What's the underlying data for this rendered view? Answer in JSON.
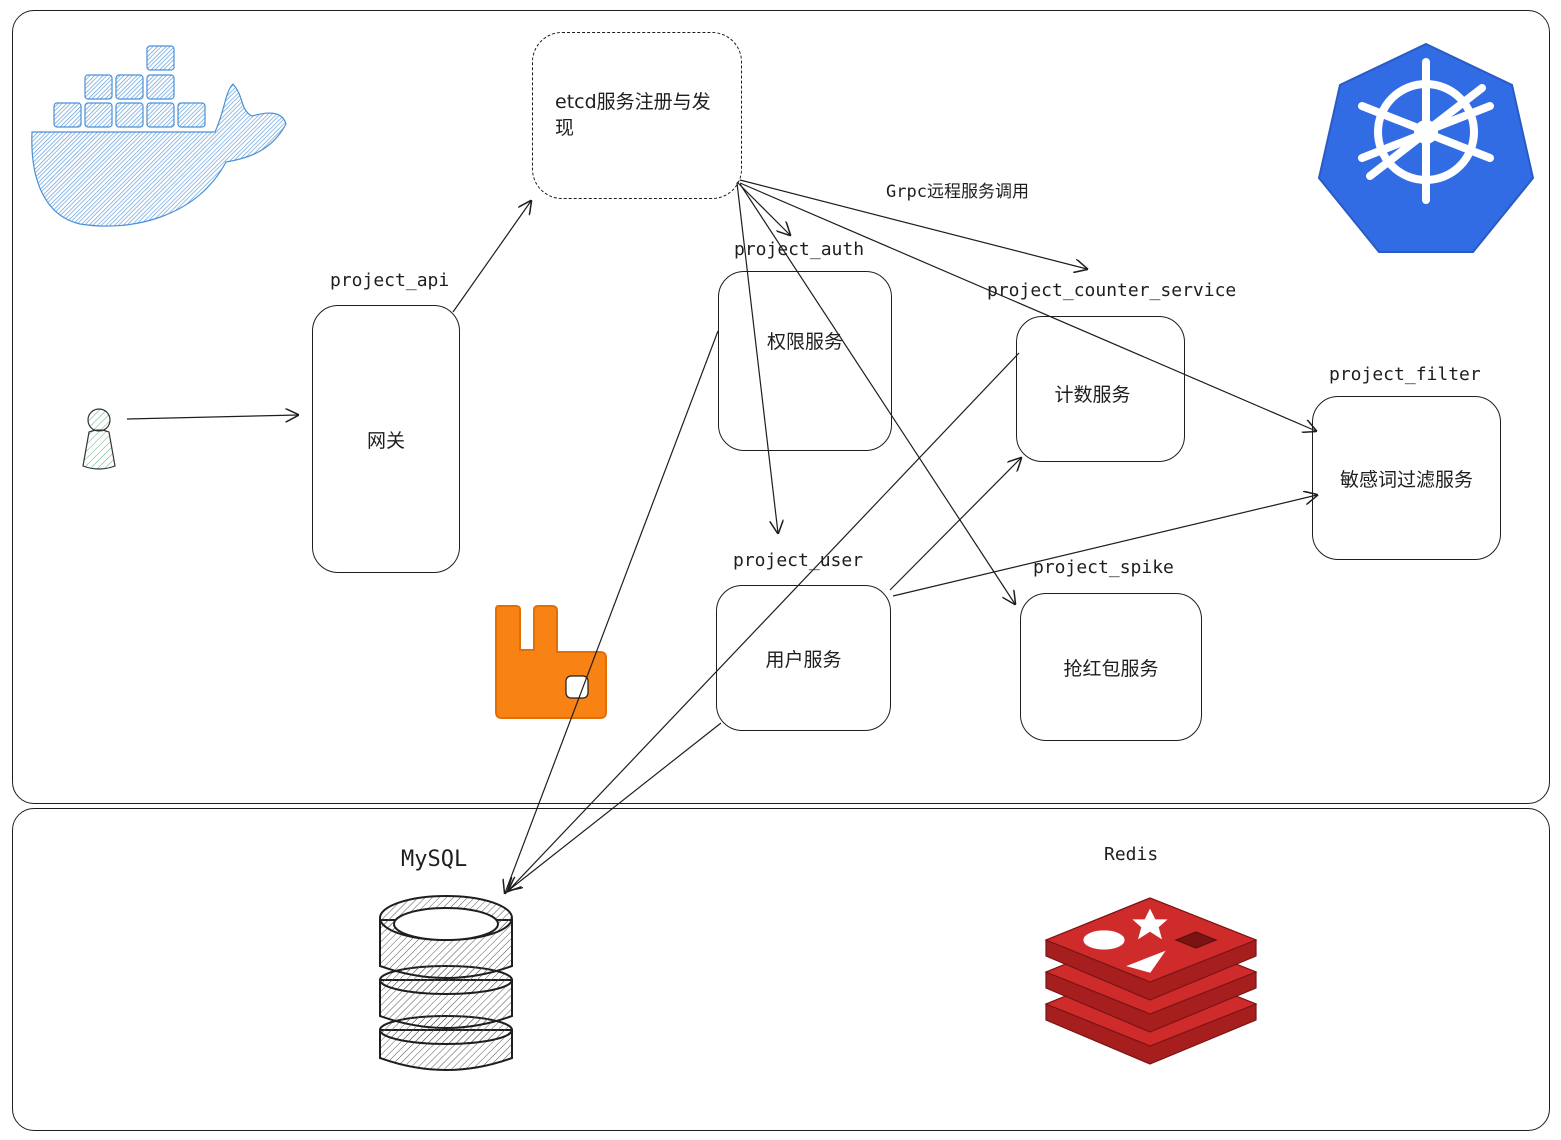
{
  "nodes": {
    "gateway": {
      "name": "project_api",
      "label": "网关"
    },
    "etcd": {
      "label": "etcd服务注册与发现"
    },
    "auth": {
      "name": "project_auth",
      "label": "权限服务"
    },
    "user": {
      "name": "project_user",
      "label": "用户服务"
    },
    "counter": {
      "name": "project_counter_service",
      "label": "计数服务"
    },
    "filter": {
      "name": "project_filter",
      "label": "敏感词过滤服务"
    },
    "spike": {
      "name": "project_spike",
      "label": "抢红包服务"
    }
  },
  "edge_labels": {
    "grpc": "Grpc远程服务调用"
  },
  "storage": {
    "mysql": "MySQL",
    "redis": "Redis"
  },
  "icons": {
    "docker": "docker-whale-icon",
    "kubernetes": "kubernetes-helm-icon",
    "rabbitmq": "rabbitmq-icon",
    "user": "user-icon",
    "mysql": "database-icon",
    "redis": "redis-icon"
  },
  "colors": {
    "docker": "#4a90d9",
    "kubernetes": "#326ce5",
    "rabbitmq": "#f98214",
    "redis": "#c92a2a",
    "user_fill": "#b2f2bb",
    "stroke": "#1e1e1e"
  }
}
